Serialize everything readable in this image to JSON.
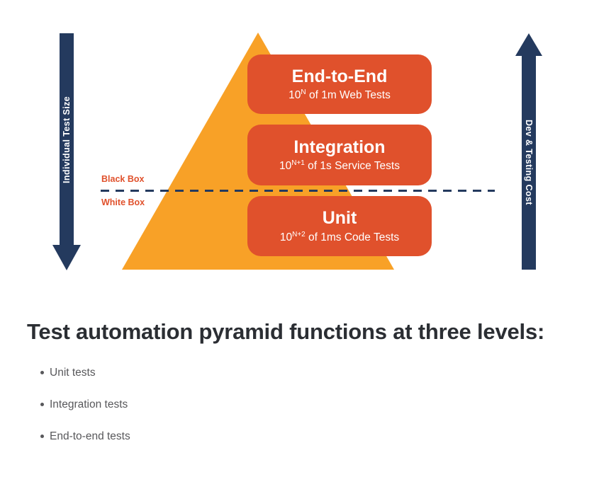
{
  "diagram": {
    "left_axis_label": "Individual Test Size",
    "right_axis_label": "Dev & Testing Cost",
    "black_box_label": "Black Box",
    "white_box_label": "White Box",
    "levels": [
      {
        "title": "End-to-End",
        "sub_base": "10",
        "sub_exp": "N",
        "sub_rest": " of 1m Web Tests"
      },
      {
        "title": "Integration",
        "sub_base": "10",
        "sub_exp": "N+1",
        "sub_rest": " of 1s Service Tests"
      },
      {
        "title": "Unit",
        "sub_base": "10",
        "sub_exp": "N+2",
        "sub_rest": " of 1ms Code Tests"
      }
    ],
    "colors": {
      "pyramid_orange": "#F8A127",
      "level_red": "#E0512C",
      "arrow_navy": "#243A5E",
      "heading_text": "#2B2E33",
      "body_text": "#58585B"
    }
  },
  "article": {
    "heading": "Test automation pyramid functions at three levels:",
    "bullets": [
      {
        "label": "Unit tests"
      },
      {
        "label": "Integration tests"
      },
      {
        "label": "End-to-end tests"
      }
    ]
  }
}
